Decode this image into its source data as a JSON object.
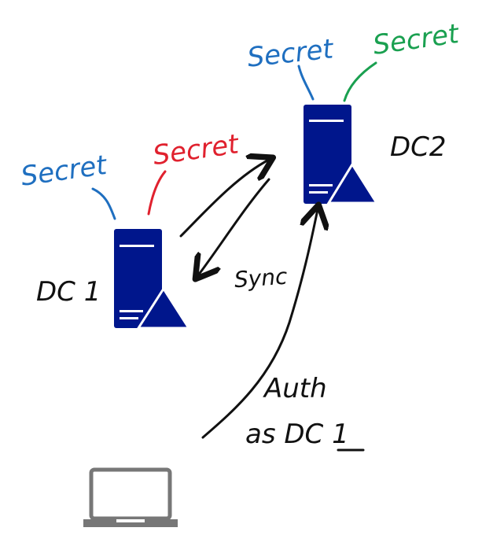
{
  "colors": {
    "server": "#00168c",
    "server_light": "#ffffff",
    "ink": "#111111",
    "secret_blue": "#1f6fc0",
    "secret_red": "#e0212e",
    "secret_green": "#1aa050",
    "laptop": "#777777"
  },
  "dc1": {
    "label": "DC 1",
    "secrets": [
      "Secret",
      "Secret"
    ]
  },
  "dc2": {
    "label": "DC2",
    "secrets": [
      "Secret",
      "Secret"
    ]
  },
  "sync": {
    "label": "Sync"
  },
  "auth": {
    "line1": "Auth",
    "line2": "as DC 1"
  },
  "icons": {
    "dc1": "server-icon",
    "dc2": "server-icon",
    "client": "laptop-icon"
  }
}
